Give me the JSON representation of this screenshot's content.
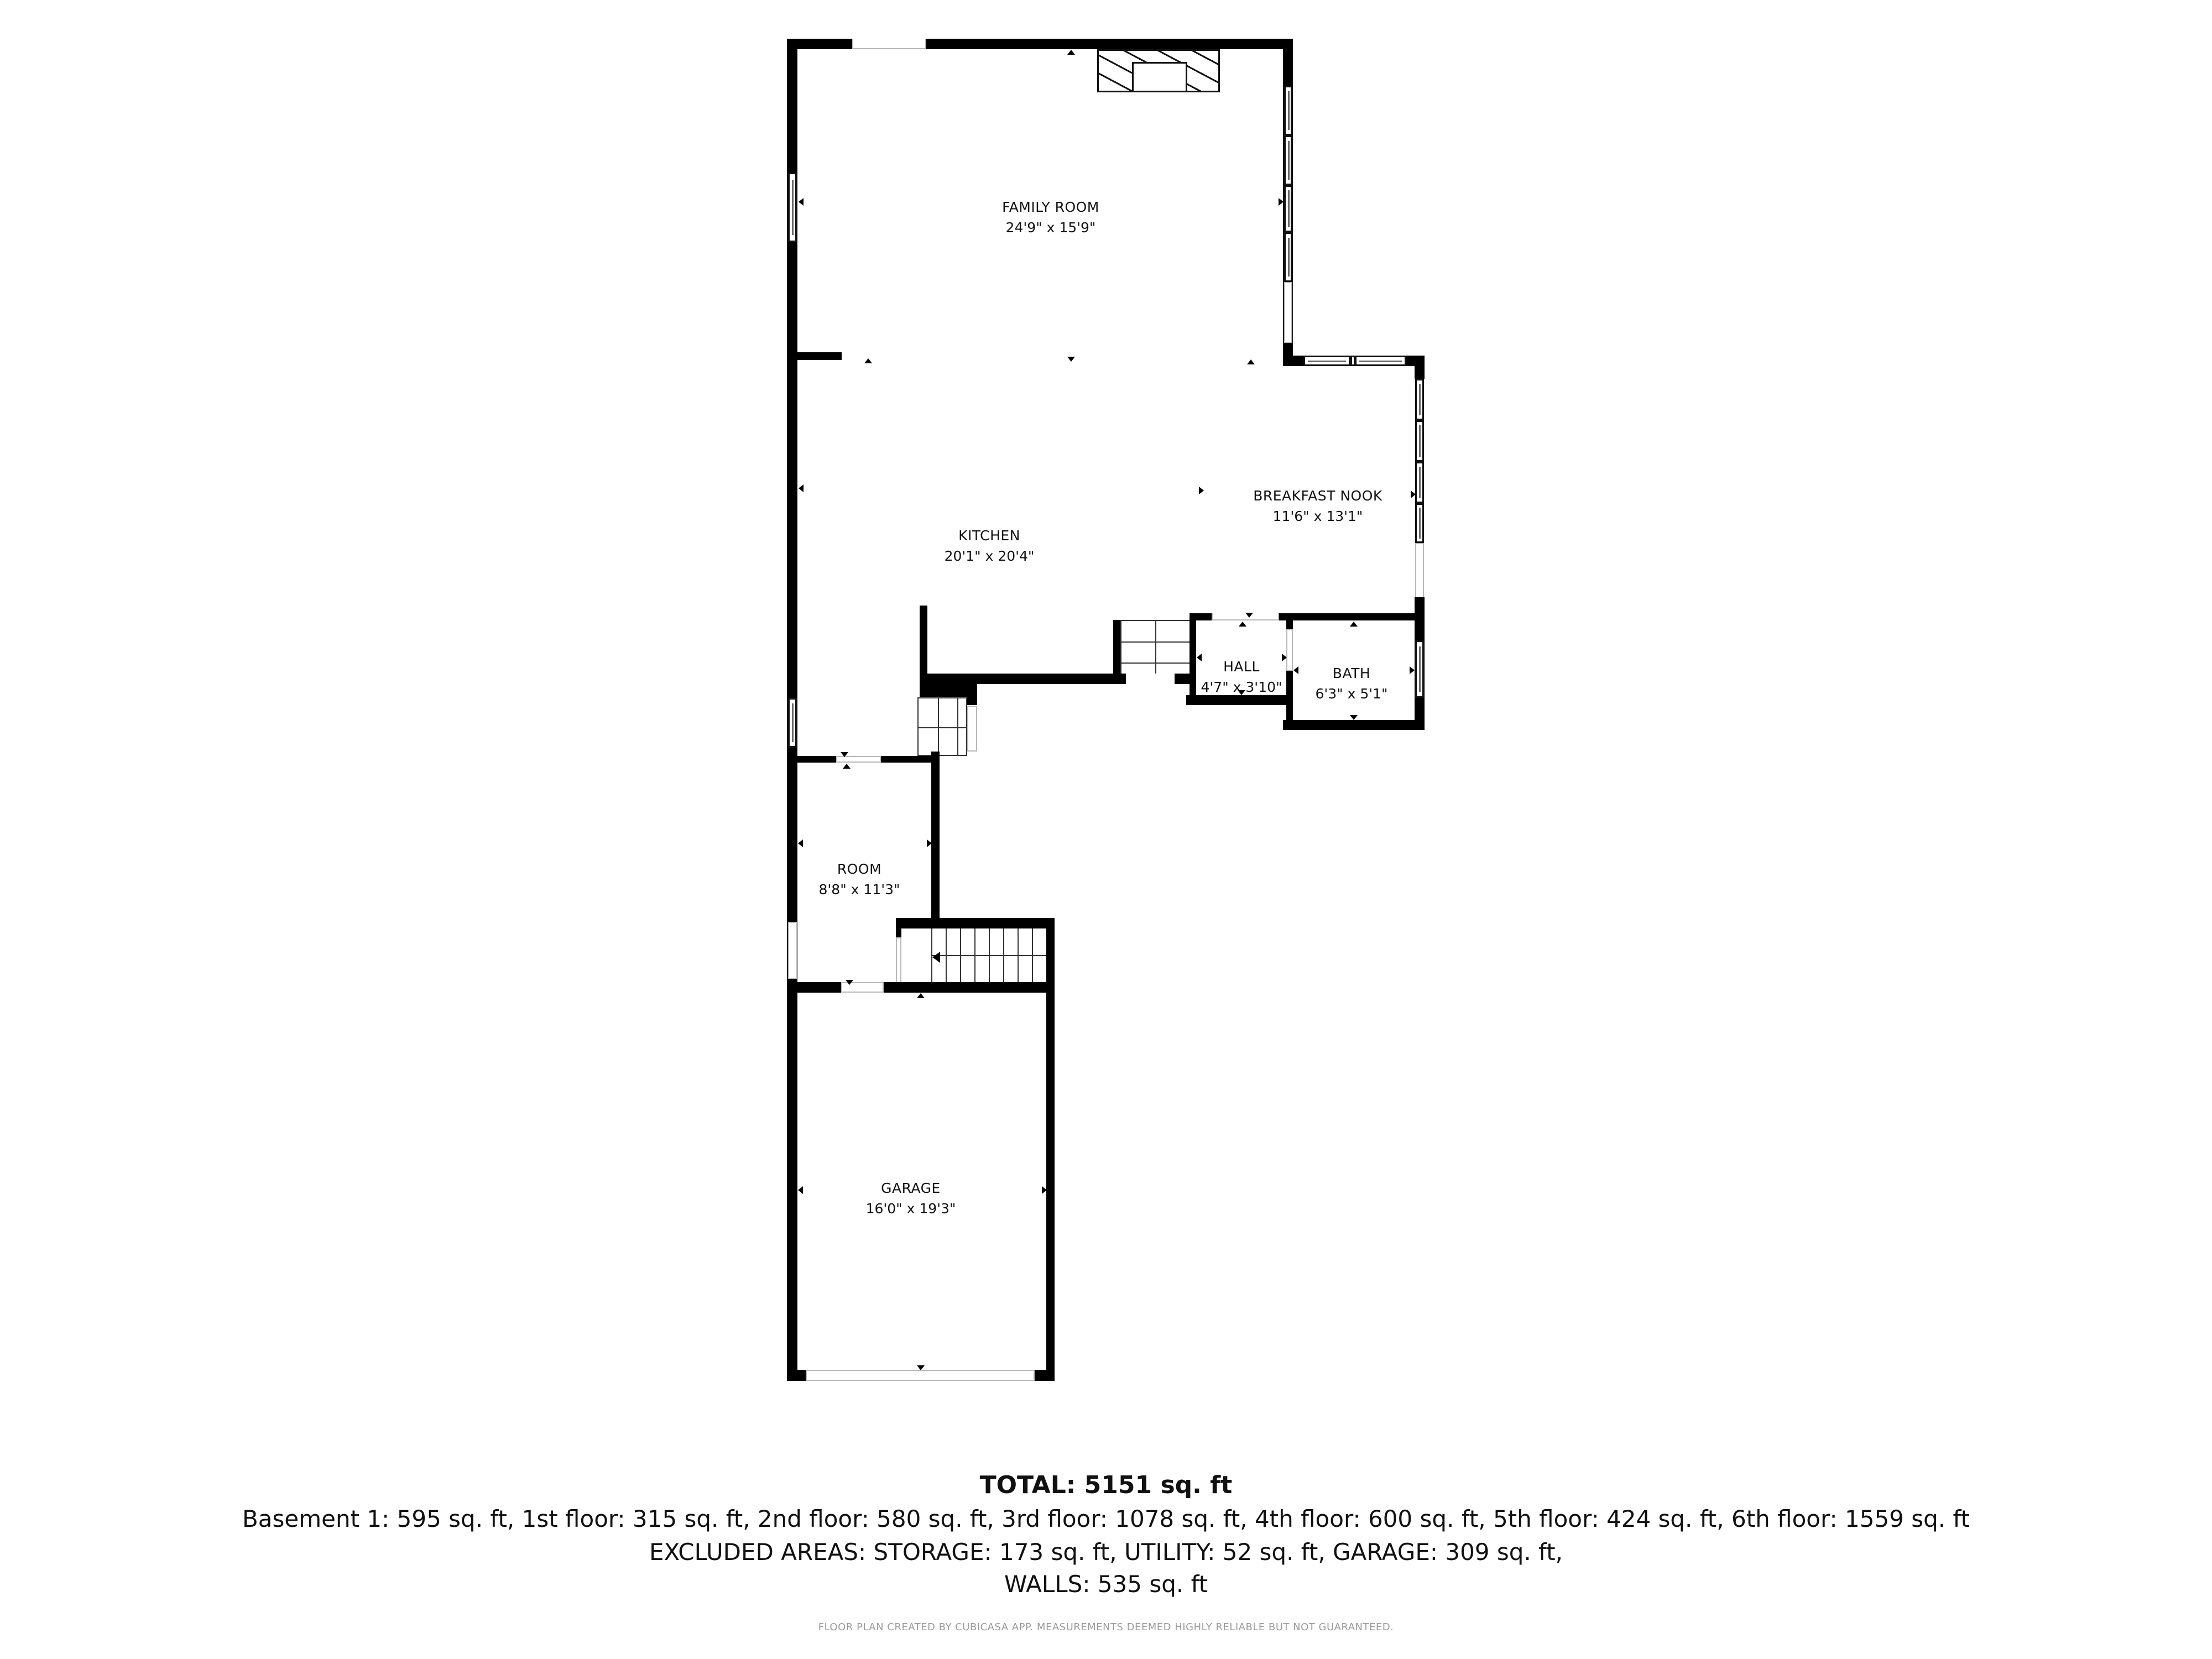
{
  "floor_plan": {
    "rooms": [
      {
        "name": "FAMILY ROOM",
        "dimensions": "24'9\" x 15'9\""
      },
      {
        "name": "KITCHEN",
        "dimensions": "20'1\" x 20'4\""
      },
      {
        "name": "BREAKFAST NOOK",
        "dimensions": "11'6\" x 13'1\""
      },
      {
        "name": "HALL",
        "dimensions": "4'7\" x 3'10\""
      },
      {
        "name": "BATH",
        "dimensions": "6'3\" x 5'1\""
      },
      {
        "name": "ROOM",
        "dimensions": "8'8\" x 11'3\""
      },
      {
        "name": "GARAGE",
        "dimensions": "16'0\" x 19'3\""
      }
    ],
    "icons": [
      "fireplace-icon",
      "stairs-icon",
      "stair-direction-arrow-icon",
      "window-icon",
      "door-opening-icon"
    ]
  },
  "summary": {
    "total": "TOTAL: 5151 sq. ft",
    "floors_line": "Basement 1: 595 sq. ft, 1st floor: 315 sq. ft, 2nd floor: 580 sq. ft, 3rd floor: 1078 sq. ft, 4th floor: 600 sq. ft, 5th floor: 424 sq. ft, 6th floor: 1559 sq. ft",
    "excluded_line": "EXCLUDED AREAS: STORAGE: 173 sq. ft, UTILITY: 52 sq. ft, GARAGE: 309 sq. ft,",
    "walls_line": "WALLS: 535 sq. ft",
    "floors": [
      {
        "label": "Basement 1",
        "area": "595 sq. ft"
      },
      {
        "label": "1st floor",
        "area": "315 sq. ft"
      },
      {
        "label": "2nd floor",
        "area": "580 sq. ft"
      },
      {
        "label": "3rd floor",
        "area": "1078 sq. ft"
      },
      {
        "label": "4th floor",
        "area": "600 sq. ft"
      },
      {
        "label": "5th floor",
        "area": "424 sq. ft"
      },
      {
        "label": "6th floor",
        "area": "1559 sq. ft"
      }
    ],
    "excluded_areas": [
      {
        "label": "STORAGE",
        "area": "173 sq. ft"
      },
      {
        "label": "UTILITY",
        "area": "52 sq. ft"
      },
      {
        "label": "GARAGE",
        "area": "309 sq. ft"
      }
    ],
    "walls": "535 sq. ft"
  },
  "footer": {
    "disclaimer": "FLOOR PLAN CREATED BY CUBICASA APP. MEASUREMENTS DEEMED HIGHLY RELIABLE BUT NOT GUARANTEED."
  }
}
